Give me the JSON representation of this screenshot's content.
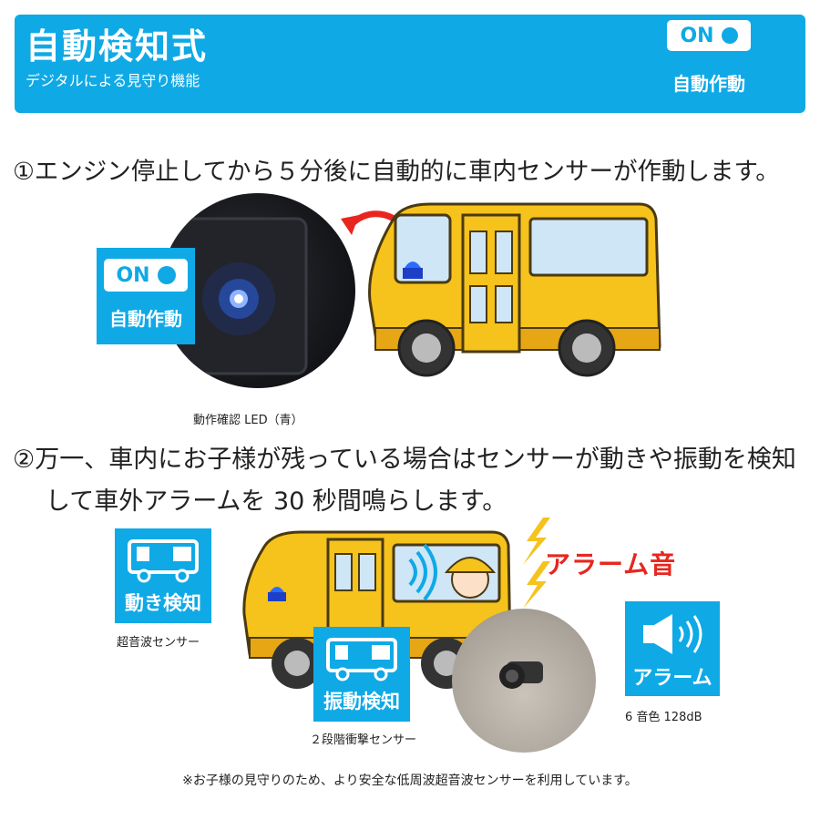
{
  "header": {
    "title": "自動検知式",
    "subtitle": "デジタルによる見守り機能",
    "on_label": "ON",
    "auto_label": "自動作動"
  },
  "step1": {
    "text": "①エンジン停止してから５分後に自動的に車内センサーが作動します。",
    "led_badge_on": "ON",
    "led_badge_auto": "自動作動",
    "led_caption": "動作確認 LED（青）"
  },
  "step2": {
    "line1": "②万一、車内にお子様が残っている場合はセンサーが動きや振動を検知",
    "line2": "して車外アラームを 30 秒間鳴らします。",
    "alarm_sound": "アラーム音",
    "move_label": "動き検知",
    "move_caption": "超音波センサー",
    "vibration_label": "振動検知",
    "vibration_caption": "２段階衝撃センサー",
    "alarm_label": "アラーム",
    "alarm_caption": "6 音色 128dB"
  },
  "footnote": "※お子様の見守りのため、より安全な低周波超音波センサーを利用しています。",
  "colors": {
    "brand_blue": "#0fa9e6",
    "bus_yellow": "#f6c21c",
    "alarm_red": "#e8261f",
    "led_blue": "#2a6cff"
  },
  "icons": [
    "bus-icon",
    "wave-icon",
    "bolt-icon",
    "speaker-icon",
    "siren-icon"
  ]
}
